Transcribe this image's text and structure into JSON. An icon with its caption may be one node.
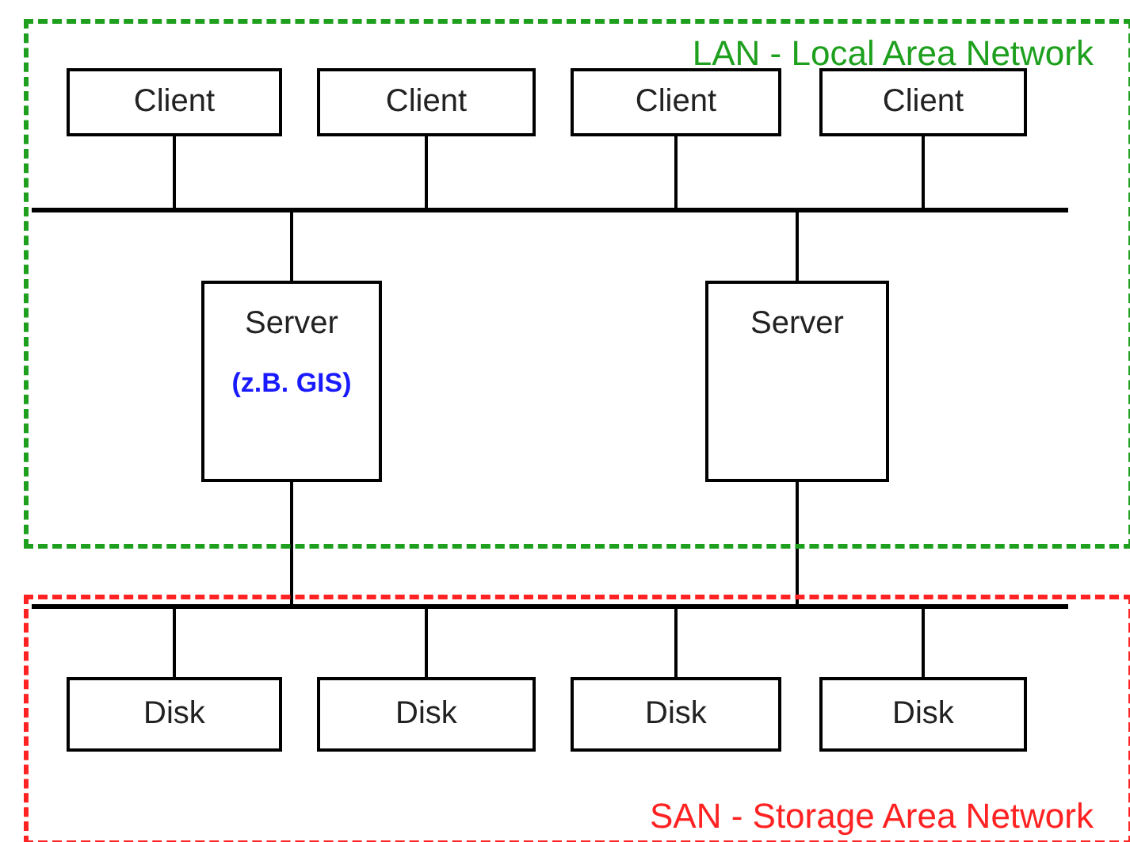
{
  "diagram": {
    "nodes": [
      {
        "text": [
          "LAN - Local Area Network"
        ]
      },
      {
        "text": [
          "Client"
        ],
        "in": 0
      },
      {
        "text": [
          "Client"
        ],
        "in": 0
      },
      {
        "text": [
          "Client"
        ],
        "in": 0
      },
      {
        "text": [
          "Client"
        ],
        "in": 0
      },
      {
        "text": [],
        "shape": "bar",
        "in": 0
      },
      {
        "text": [
          "Server",
          "(z.B. GIS)"
        ],
        "in": 0
      },
      {
        "text": [
          "Server"
        ],
        "in": 0
      },
      {
        "text": [
          "SAN - Storage Area Network"
        ]
      },
      {
        "text": [],
        "shape": "bar",
        "in": 8
      },
      {
        "text": [
          "Disk"
        ],
        "in": 8
      },
      {
        "text": [
          "Disk"
        ],
        "in": 8
      },
      {
        "text": [
          "Disk"
        ],
        "in": 8
      },
      {
        "text": [
          "Disk"
        ],
        "in": 8
      }
    ],
    "edges": [
      {
        "from": 1,
        "to": 5,
        "arrow": "none"
      },
      {
        "from": 2,
        "to": 5,
        "arrow": "none"
      },
      {
        "from": 3,
        "to": 5,
        "arrow": "none"
      },
      {
        "from": 4,
        "to": 5,
        "arrow": "none"
      },
      {
        "from": 5,
        "to": 6,
        "arrow": "none"
      },
      {
        "from": 5,
        "to": 7,
        "arrow": "none"
      },
      {
        "from": 6,
        "to": 9,
        "arrow": "none"
      },
      {
        "from": 7,
        "to": 9,
        "arrow": "none"
      },
      {
        "from": 9,
        "to": 10,
        "arrow": "none"
      },
      {
        "from": 9,
        "to": 11,
        "arrow": "none"
      },
      {
        "from": 9,
        "to": 12,
        "arrow": "none"
      },
      {
        "from": 9,
        "to": 13,
        "arrow": "none"
      }
    ]
  }
}
